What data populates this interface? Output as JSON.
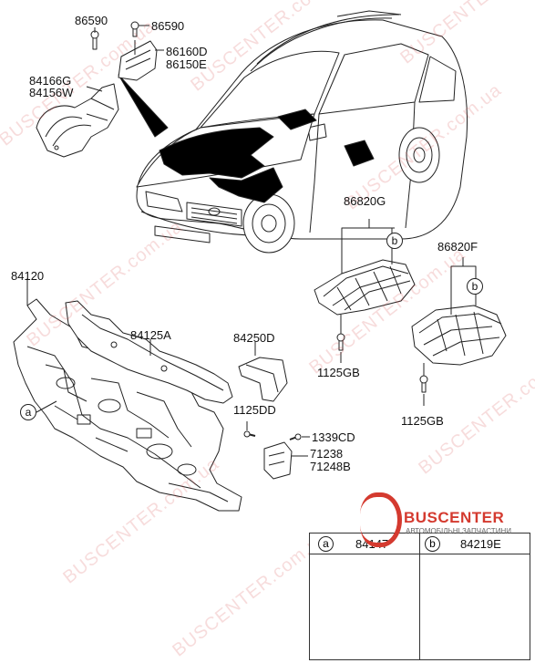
{
  "labels": {
    "bolt_left": "86590",
    "bolt_right": "86590",
    "cover_upper": "86160D",
    "cover_lower": "86150E",
    "insulator_upper": "84166G",
    "insulator_lower": "84156W",
    "under_cover_g": "86820G",
    "under_cover_f": "86820F",
    "dash_panel": "84120",
    "dash_pad": "84125A",
    "bracket": "84250D",
    "screw_dd": "1125DD",
    "screw_cd": "1339CD",
    "part_71238": "71238",
    "part_71248b": "71248B",
    "bolt_gb_left": "1125GB",
    "bolt_gb_right": "1125GB"
  },
  "callouts": {
    "a": "a",
    "b_left": "b",
    "b_right": "b"
  },
  "legend": {
    "key_a": "a",
    "part_a": "84147",
    "key_b": "b",
    "part_b": "84219E"
  },
  "brand": {
    "name": "BUSCENTER",
    "tagline": "АВТОМОБІЛЬНІ ЗАПЧАСТИНИ",
    "watermark": "BUSCENTER.com.ua",
    "color": "#d43a2f"
  }
}
